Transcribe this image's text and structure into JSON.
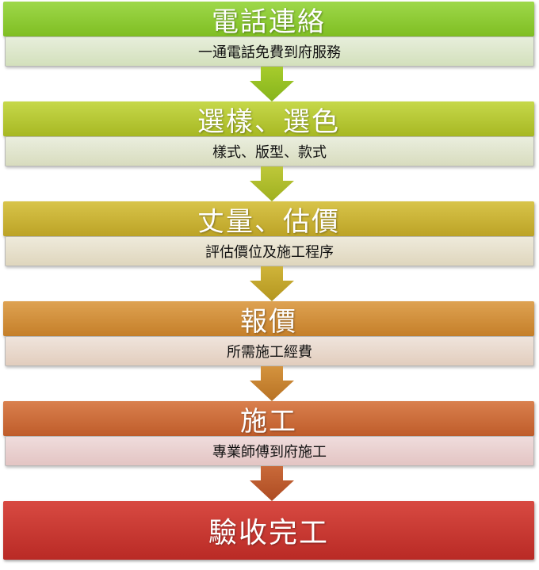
{
  "steps": [
    {
      "title": "電話連絡",
      "subtitle": "一通電話免費到府服務"
    },
    {
      "title": "選樣、選色",
      "subtitle": "樣式、版型、款式"
    },
    {
      "title": "丈量、估價",
      "subtitle": "評估價位及施工程序"
    },
    {
      "title": "報價",
      "subtitle": "所需施工經費"
    },
    {
      "title": "施工",
      "subtitle": "專業師傅到府施工"
    },
    {
      "title": "驗收完工"
    }
  ],
  "colors": {
    "step1": "#8fcb34",
    "step2": "#b6c836",
    "step3": "#cab438",
    "step4": "#d1903c",
    "step5": "#cc6d3b",
    "step6": "#c93a33"
  }
}
